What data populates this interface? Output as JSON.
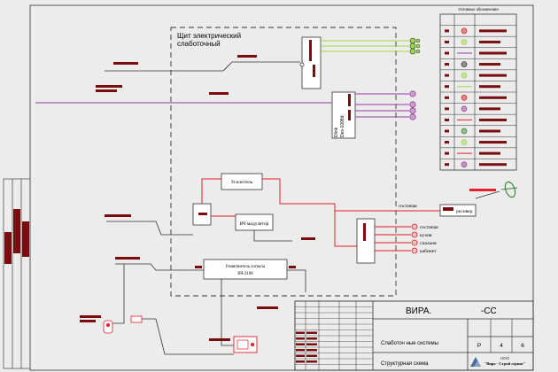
{
  "panel": {
    "title_line1": "Щит электрический",
    "title_line2": "слаботочный"
  },
  "legend": {
    "title": "Условные обозначения"
  },
  "devices": {
    "switch_label": "Dlink",
    "switch_model": "Des-1008d",
    "amplifier": "Усилитель",
    "modulator": "ВЧ модулятор",
    "splitter": "Разветвитель сигнала",
    "splitter_model": "ВЧ-3108",
    "receiver": "ресивер"
  },
  "tv_outputs": [
    {
      "label": "гостиная"
    },
    {
      "label": "кухня"
    },
    {
      "label": "спальня"
    },
    {
      "label": "кабинет"
    }
  ],
  "feed_label": "гостиная",
  "title_block": {
    "code": "ВИРА.",
    "code_suffix": "-СС",
    "system_name": "Слаботоч ные системы",
    "sheet_name": "Структурная схема",
    "stage": "Р",
    "sheet": "4",
    "sheets": "6",
    "org": "ООО",
    "org_name": "\"Вира - Строй сервис\""
  },
  "colors": {
    "frame": "#555555",
    "redaction": "#7a0d0d",
    "lan": "#9a3c9a",
    "phone": "#9bd94a",
    "coax": "#e0202a",
    "background": "#ececec"
  }
}
